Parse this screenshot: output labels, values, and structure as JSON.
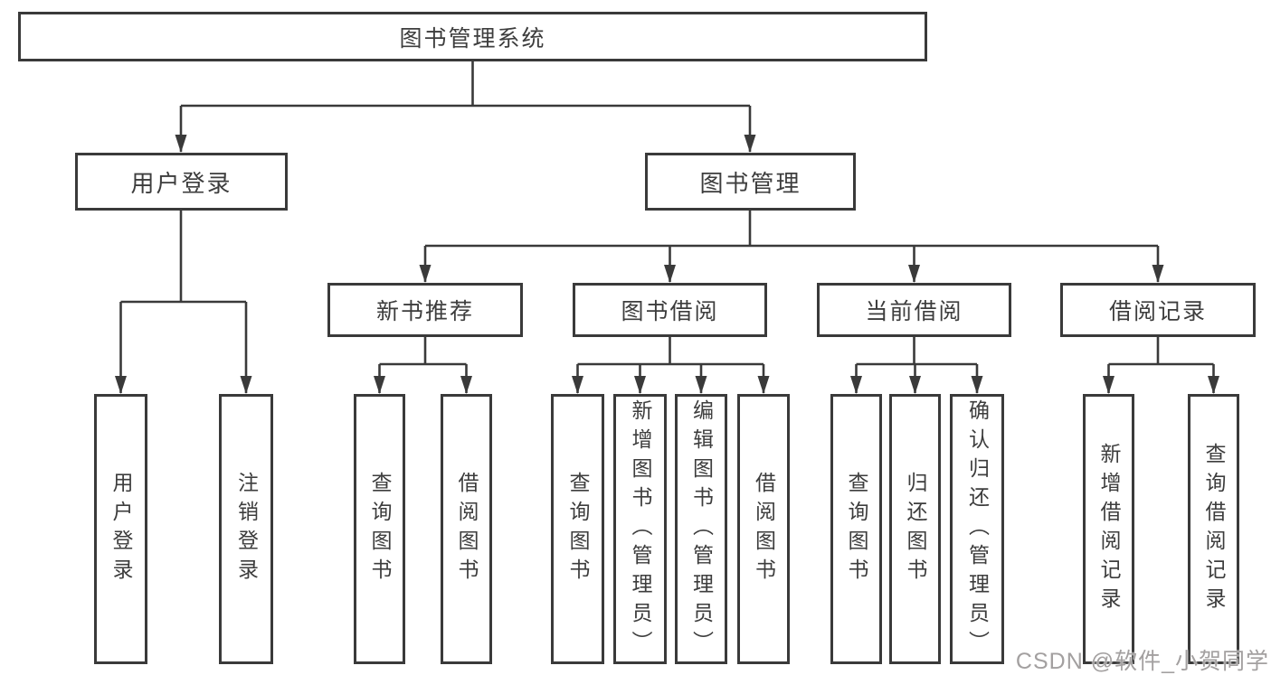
{
  "colors": {
    "line": "#3a3a3a",
    "text": "#3d3d3d",
    "box_fill": "#ffffff",
    "watermark": "#a3a0a0"
  },
  "watermark": "CSDN @软件_小贺同学",
  "tree": {
    "root": {
      "label": "图书管理系统",
      "children": [
        {
          "label": "用户登录",
          "children": [
            {
              "label": "用户登录"
            },
            {
              "label": "注销登录"
            }
          ]
        },
        {
          "label": "图书管理",
          "children": [
            {
              "label": "新书推荐",
              "children": [
                {
                  "label": "查询图书"
                },
                {
                  "label": "借阅图书"
                }
              ]
            },
            {
              "label": "图书借阅",
              "children": [
                {
                  "label": "查询图书"
                },
                {
                  "label": "新增图书（管理员）"
                },
                {
                  "label": "编辑图书（管理员）"
                },
                {
                  "label": "借阅图书"
                }
              ]
            },
            {
              "label": "当前借阅",
              "children": [
                {
                  "label": "查询图书"
                },
                {
                  "label": "归还图书"
                },
                {
                  "label": "确认归还（管理员）"
                }
              ]
            },
            {
              "label": "借阅记录",
              "children": [
                {
                  "label": "新增借阅记录"
                },
                {
                  "label": "查询借阅记录"
                }
              ]
            }
          ]
        }
      ]
    }
  }
}
